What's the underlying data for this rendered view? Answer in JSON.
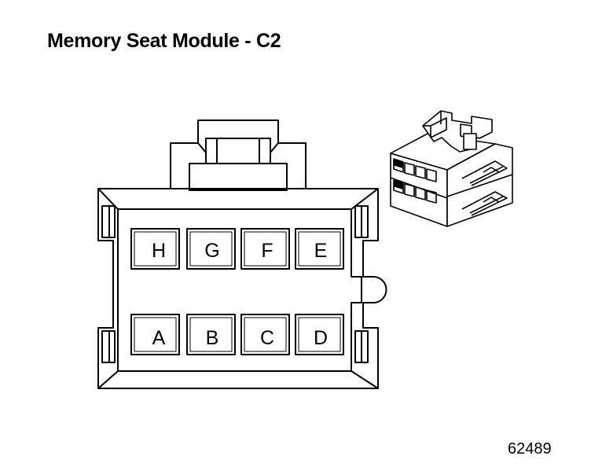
{
  "diagram": {
    "title": "Memory Seat Module - C2",
    "figure_id": "62489",
    "pins_top_row": [
      "H",
      "G",
      "F",
      "E"
    ],
    "pins_bottom_row": [
      "A",
      "B",
      "C",
      "D"
    ]
  }
}
